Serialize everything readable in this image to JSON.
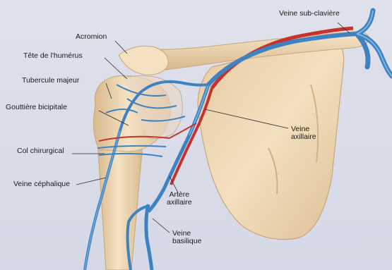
{
  "labels": {
    "veine_sub_claviere": "Veine sub-clavière",
    "acromion": "Acromion",
    "tete_humerus": "Tête de l'humérus",
    "tubercule_majeur": "Tubercule majeur",
    "gouttiere_bicipitale": "Gouttière bicipitale",
    "col_chirurgical": "Col chirurgical",
    "veine_cephalique": "Veine céphalique",
    "veine_axillaire_1": "Veine",
    "veine_axillaire_2": "axillaire",
    "artere_axillaire_1": "Artère",
    "artere_axillaire_2": "axillaire",
    "veine_basilique_1": "Veine",
    "veine_basilique_2": "basilique"
  },
  "colors": {
    "background": "#d9dce8",
    "bone": "#f1dcb9",
    "bone_shade": "#d9b98e",
    "vein": "#3f82c2",
    "vein_light": "#7cb4e2",
    "artery": "#c8322b",
    "leader_line": "#2a2a2a"
  }
}
